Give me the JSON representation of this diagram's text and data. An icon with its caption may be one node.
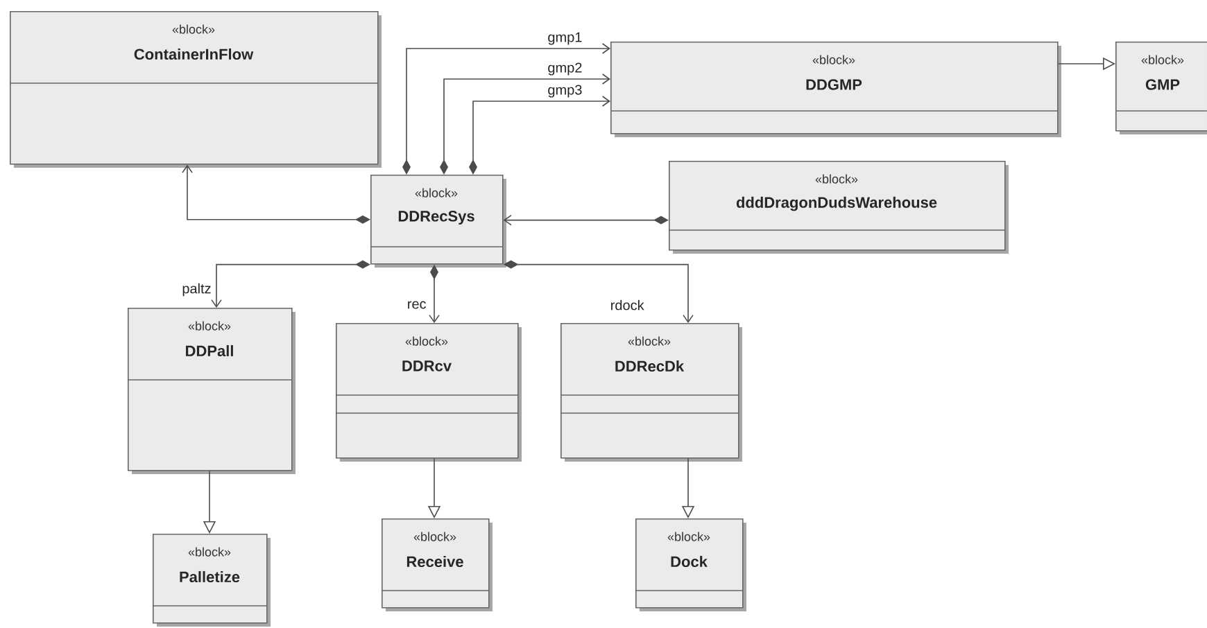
{
  "diagram": {
    "nodes": [
      {
        "text": [
          "«block»",
          "ContainerInFlow"
        ]
      },
      {
        "text": [
          "«block»",
          "DDGMP"
        ]
      },
      {
        "text": [
          "«block»",
          "GMP"
        ]
      },
      {
        "text": [
          "«block»",
          "DDRecSys"
        ]
      },
      {
        "text": [
          "«block»",
          "dddDragonDudsWarehouse"
        ]
      },
      {
        "text": [
          "«block»",
          "DDPall"
        ]
      },
      {
        "text": [
          "«block»",
          "DDRcv"
        ]
      },
      {
        "text": [
          "«block»",
          "DDRecDk"
        ]
      },
      {
        "text": [
          "«block»",
          "Palletize"
        ]
      },
      {
        "text": [
          "«block»",
          "Receive"
        ]
      },
      {
        "text": [
          "«block»",
          "Dock"
        ]
      }
    ],
    "edges": [
      {
        "from": 3,
        "to": 0,
        "arrow": "to"
      },
      {
        "from": 3,
        "to": 1,
        "arrow": "to",
        "label": "gmp1"
      },
      {
        "from": 3,
        "to": 1,
        "arrow": "to",
        "label": "gmp2"
      },
      {
        "from": 3,
        "to": 1,
        "arrow": "to",
        "label": "gmp3"
      },
      {
        "from": 4,
        "to": 3,
        "arrow": "to"
      },
      {
        "from": 3,
        "to": 5,
        "arrow": "to",
        "label": "paltz"
      },
      {
        "from": 3,
        "to": 6,
        "arrow": "to",
        "label": "rec"
      },
      {
        "from": 3,
        "to": 7,
        "arrow": "to",
        "label": "rdock"
      },
      {
        "from": 1,
        "to": 2,
        "arrow": "to"
      },
      {
        "from": 5,
        "to": 8,
        "arrow": "to"
      },
      {
        "from": 6,
        "to": 9,
        "arrow": "to"
      },
      {
        "from": 7,
        "to": 10,
        "arrow": "to"
      }
    ]
  }
}
